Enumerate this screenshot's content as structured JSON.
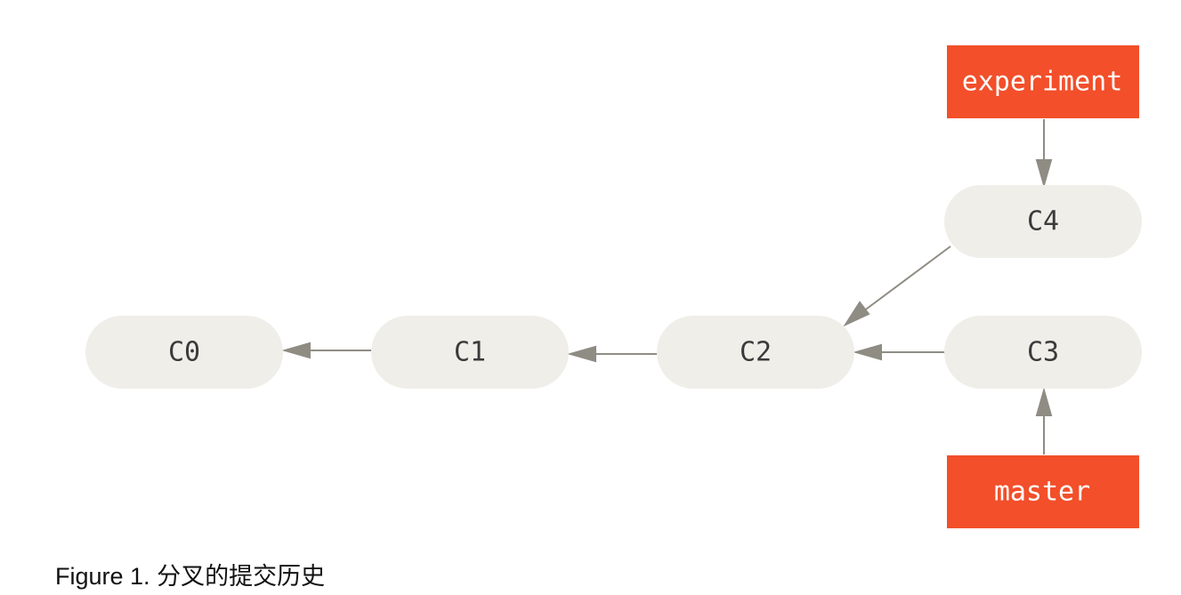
{
  "diagram": {
    "commits": [
      {
        "id": "c0",
        "label": "C0"
      },
      {
        "id": "c1",
        "label": "C1"
      },
      {
        "id": "c2",
        "label": "C2"
      },
      {
        "id": "c3",
        "label": "C3"
      },
      {
        "id": "c4",
        "label": "C4"
      }
    ],
    "branches": [
      {
        "id": "experiment",
        "label": "experiment",
        "points_to": "c4"
      },
      {
        "id": "master",
        "label": "master",
        "points_to": "c3"
      }
    ],
    "edges": [
      {
        "from": "c1",
        "to": "c0"
      },
      {
        "from": "c2",
        "to": "c1"
      },
      {
        "from": "c3",
        "to": "c2"
      },
      {
        "from": "c4",
        "to": "c2"
      }
    ],
    "colors": {
      "commit_fill": "#efeee9",
      "commit_text": "#3a3a3a",
      "branch_fill": "#f24f2a",
      "branch_text": "#ffffff",
      "arrow": "#8f8c84"
    }
  },
  "caption": {
    "prefix": "Figure 1.",
    "text": "分叉的提交历史"
  }
}
